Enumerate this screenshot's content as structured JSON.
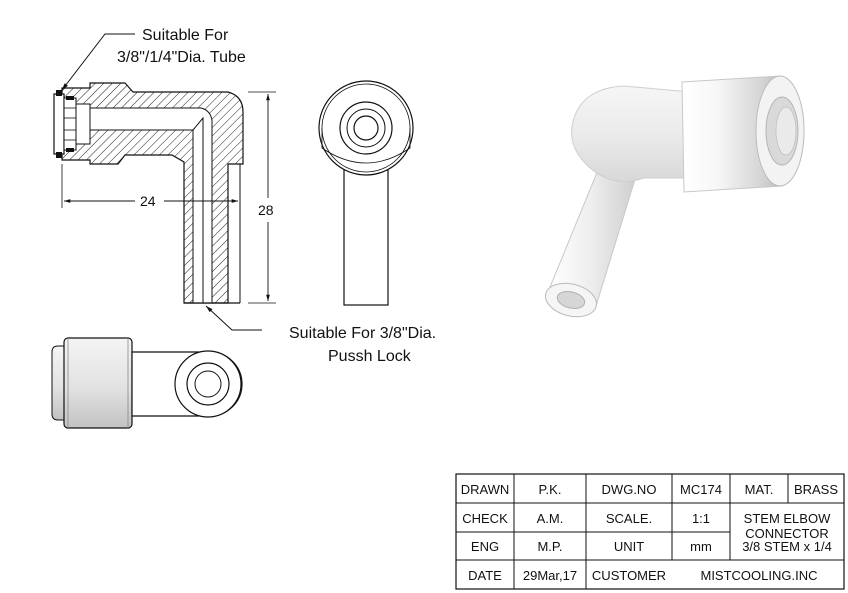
{
  "annotations": {
    "top_note_line1": "Suitable For",
    "top_note_line2": "3/8\"/1/4\"Dia. Tube",
    "bottom_note_line1": "Suitable For 3/8\"Dia.",
    "bottom_note_line2": "Pussh Lock"
  },
  "dimensions": {
    "width": "24",
    "height": "28"
  },
  "title_block": {
    "drawn_label": "DRAWN",
    "drawn_value": "P.K.",
    "dwgno_label": "DWG.NO",
    "dwgno_value": "MC174",
    "mat_label": "MAT.",
    "mat_value": "BRASS",
    "check_label": "CHECK",
    "check_value": "A.M.",
    "scale_label": "SCALE.",
    "scale_value": "1:1",
    "part_name": "STEM ELBOW",
    "part_desc1": "CONNECTOR",
    "part_desc2": "3/8 STEM x 1/4",
    "eng_label": "ENG",
    "eng_value": "M.P.",
    "unit_label": "UNIT",
    "unit_value": "mm",
    "date_label": "DATE",
    "date_value": "29Mar,17",
    "customer_label": "CUSTOMER",
    "customer_value": "MISTCOOLING.INC"
  }
}
